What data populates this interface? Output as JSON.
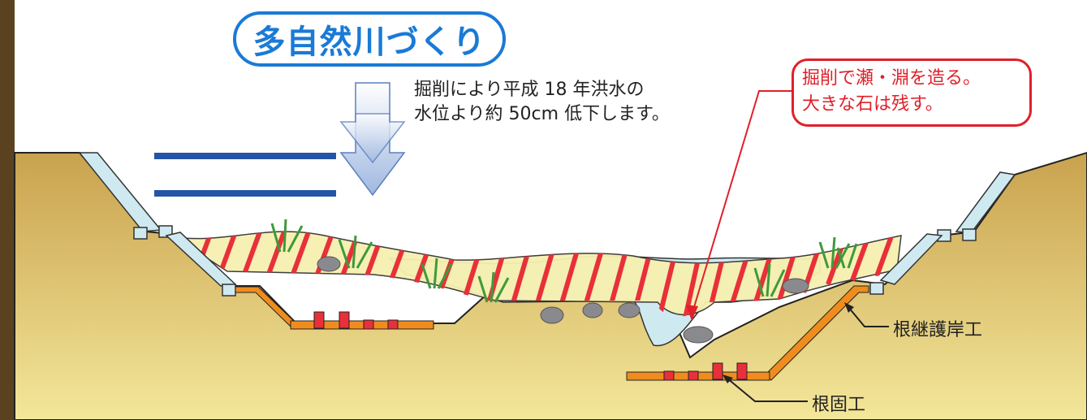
{
  "title": "多自然川づくり",
  "excavation_note": {
    "line1": "掘削により平成 18 年洪水の",
    "line2": "水位より約 50cm 低下します。"
  },
  "callout": {
    "line1": "掘削で瀬・淵を造る。",
    "line2": "大きな石は残す。"
  },
  "labels": {
    "neji_revetment": "根継護岸工",
    "toe_protection": "根固工"
  },
  "colors": {
    "title_blue": "#1a7ad6",
    "callout_red": "#e0202a",
    "ground": "#d9bf6e",
    "water": "#cde9ef",
    "excavation_stripe": "#e8303a",
    "structure_orange": "#f08c1e"
  }
}
